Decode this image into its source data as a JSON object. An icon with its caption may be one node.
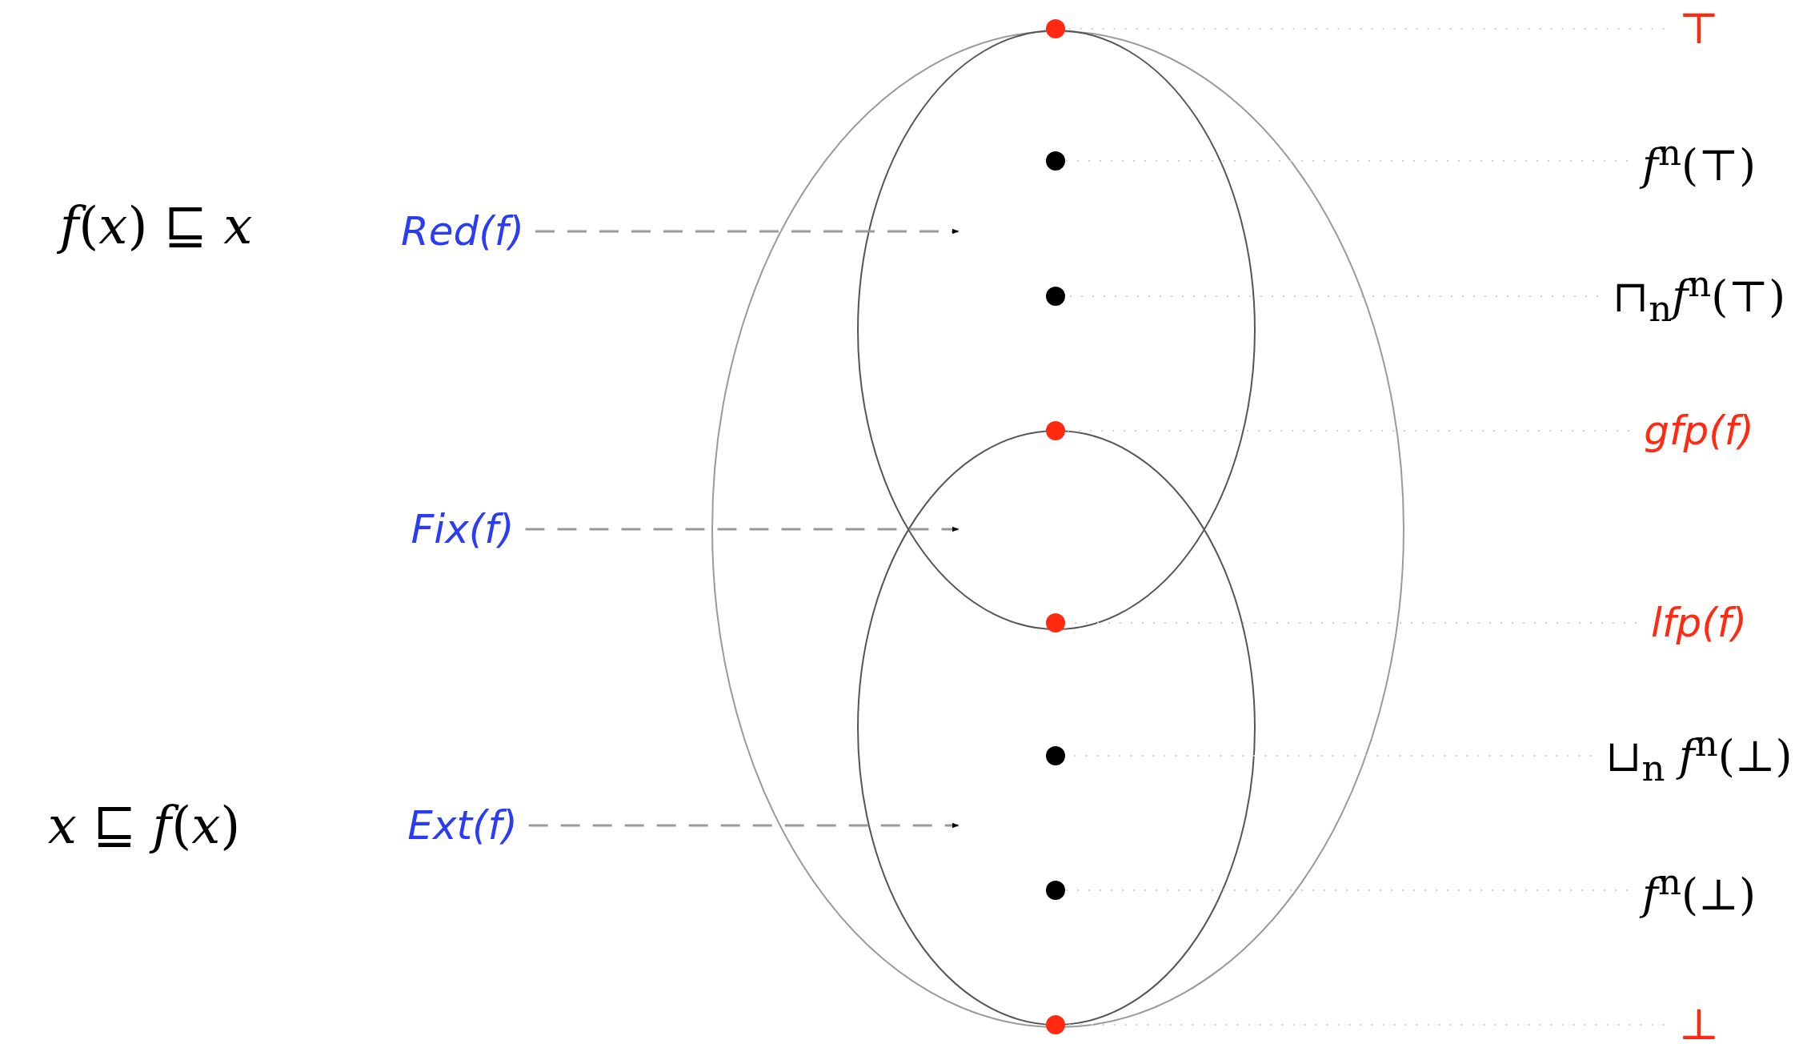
{
  "diagram": {
    "nodes": [
      {
        "text": [],
        "shape": "circle"
      },
      {
        "text": [],
        "shape": "circle"
      },
      {
        "text": [],
        "shape": "circle"
      },
      {
        "text": [],
        "shape": "circle"
      },
      {
        "text": [],
        "shape": "circle"
      },
      {
        "text": [],
        "shape": "circle"
      },
      {
        "text": [],
        "shape": "circle"
      },
      {
        "text": [],
        "shape": "circle"
      },
      {
        "text": [
          "⊤"
        ]
      },
      {
        "text": [
          "*f*$^{n}$(⊤)"
        ]
      },
      {
        "text": [
          "⊓$_{n}$*f*$^{n}$(⊤)"
        ]
      },
      {
        "text": [
          "gfp(f)"
        ]
      },
      {
        "text": [
          "lfp(f)"
        ]
      },
      {
        "text": [
          "⊔$_{n}$ *f*$^{n}$(⊥)"
        ]
      },
      {
        "text": [
          "*f*$^{n}$(⊥)"
        ]
      },
      {
        "text": [
          "⊥"
        ]
      },
      {
        "text": [
          "Red(f)"
        ]
      },
      {
        "text": [
          "Fix(f)"
        ]
      },
      {
        "text": [
          "Ext(f)"
        ]
      }
    ],
    "edges": [
      {
        "from": 8,
        "to": 0,
        "arrow": "none"
      },
      {
        "from": 9,
        "to": 1,
        "arrow": "none"
      },
      {
        "from": 10,
        "to": 2,
        "arrow": "none"
      },
      {
        "from": 11,
        "to": 3,
        "arrow": "none"
      },
      {
        "from": 12,
        "to": 4,
        "arrow": "none"
      },
      {
        "from": 13,
        "to": 5,
        "arrow": "none"
      },
      {
        "from": 14,
        "to": 6,
        "arrow": "none"
      },
      {
        "from": 15,
        "to": 7,
        "arrow": "none"
      },
      {
        "from": 16,
        "to": null,
        "arrow": "to",
        "style": "dashed",
        "color": "#999999"
      },
      {
        "from": 17,
        "to": null,
        "arrow": "to",
        "style": "dashed",
        "color": "#999999"
      },
      {
        "from": 18,
        "to": null,
        "arrow": "to",
        "style": "dashed",
        "color": "#999999"
      }
    ],
    "labels": [
      "*f*(*x*) ⊑ *x*",
      "*x* ⊑ *f*(*x*)"
    ]
  }
}
